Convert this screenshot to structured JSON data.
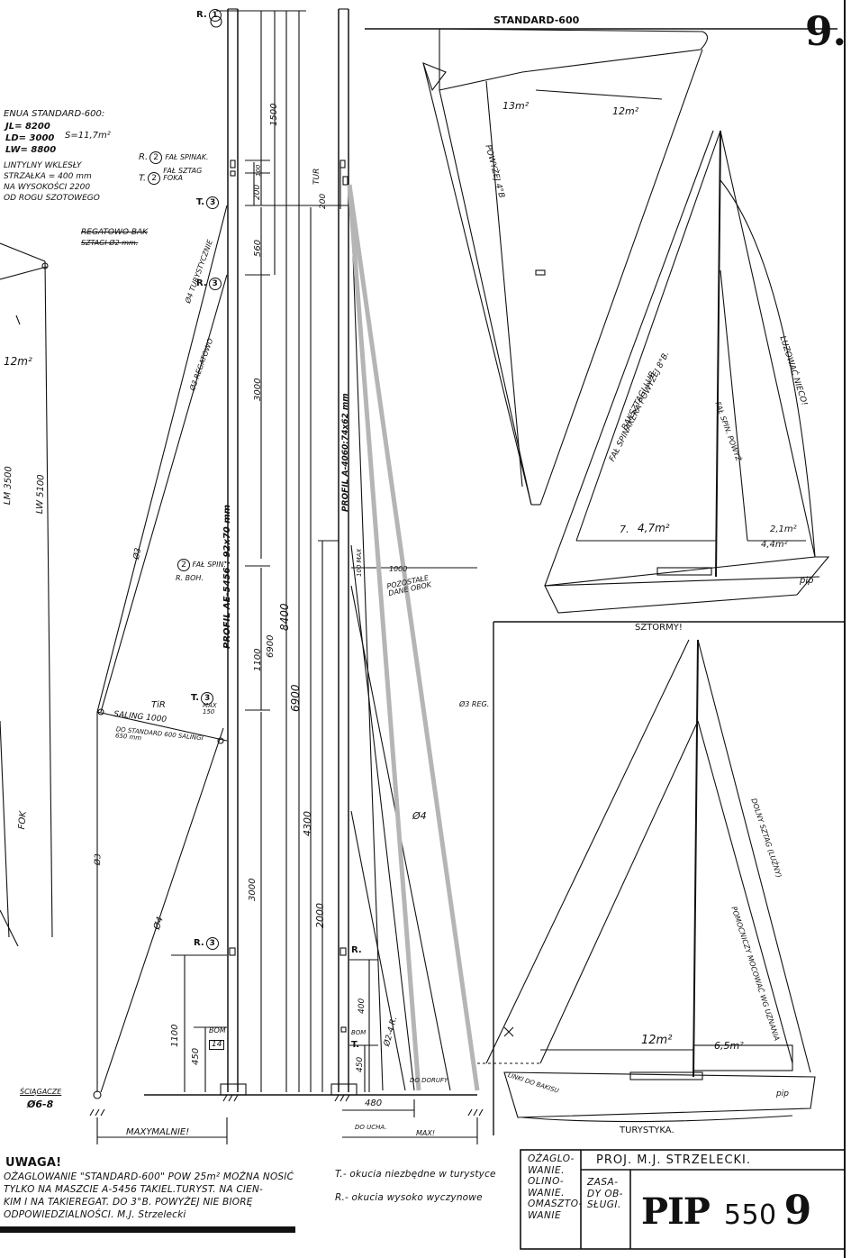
{
  "sheet": {
    "page_number": "9.",
    "sail_titles": {
      "standard": "STANDARD-600",
      "storm": "SZTORMY!",
      "touring": "TURYSTYKA."
    }
  },
  "left_spec": {
    "heading": "ENUA STANDARD-600:",
    "rows": [
      "JL= 8200",
      "LD= 3000",
      "LW= 8800"
    ],
    "area": "S=11,7m²",
    "notes": [
      "LINTYLNY WKLESŁY",
      "STRZAŁKA = 400 mm",
      "NA WYSOKOŚCI 2200",
      "OD ROGU SZOTOWEGO"
    ],
    "reg_strike": [
      "REGATOWO BAK",
      "SZTAGI Ø2 mm."
    ]
  },
  "sail_labels": {
    "left_area": "12m²",
    "lm": "LM 3500",
    "lw": "LW 5100",
    "fok": "FOK",
    "standard_area_1": "13m²",
    "standard_area_2": "12m²",
    "standard_text": "POWYŻEJ 4°B",
    "storm_7": "7.",
    "storm_area_1": "4,7m²",
    "storm_area_2": "2,1m²",
    "storm_area_3": "4,4m²",
    "storm_text_1": "FAŁ SPINAKERA POWYŻEJ 8°B.",
    "storm_text_2": "BAKSZTAGI LUB",
    "storm_text_3": "FAŁ SPIN. POWYŻ",
    "storm_text_4": "LUZOWAĆ NIECO!",
    "tour_area_1": "12m²",
    "tour_area_2": "6,5m²",
    "tour_text_1": "DOLNY SZTAG (LUŹNY)",
    "tour_text_2": "POMOCNICZY MOCOWAĆ WG UZNANIA",
    "tour_text_3": "LINKI DO BAKISU",
    "pip_mark": "pip"
  },
  "mast": {
    "labels": {
      "r1": "R.",
      "r2": "R.",
      "r2_text": "FAŁ SPINAK.",
      "t2": "T.",
      "t2_text": "FAŁ SZTAG FOKA",
      "t3_top": "T.",
      "r3_top": "R.",
      "turyst": "Ø4 TURYSTYCZNIE",
      "regat": "Ø3 REGATOWO",
      "profile_left": "PROFIL AE-5456 : 92x70 mm",
      "profile_right": "PROFIL A-4060:74x62 mm",
      "fal_spin": "FAŁ SPIN.",
      "r_boh": "R. BOH.",
      "t3_mid": "T.",
      "tr": "TiR",
      "saling": "SALING 1000",
      "do_standard": "DO STANDARD 600 SALINGI 650 mm",
      "max_150": "MAX 150",
      "r3_bot": "R.",
      "boh": "BOM",
      "boh_num": "14",
      "sciagacze": "ŚCIĄGACZE",
      "sciagacze_num": "Ø6-8",
      "maxymalnie": "MAXYMALNIE!",
      "tur": "TUR",
      "pozostale": "POZOSTAŁE DANE OBOK",
      "reg3": "Ø3 REG.",
      "d4": "Ø4",
      "d3": "Ø3",
      "d4b": "Ø4",
      "d4c": "Ø2-4 R.",
      "dodorufy": "DO DORUFY",
      "r_right": "R.",
      "t_right": "T.",
      "do_ucha": "DO UCHA.",
      "max_right": "MAX!",
      "boh_right": "BOM",
      "dim_480": "480",
      "dim_1000": "1000"
    },
    "dims": [
      "1500",
      "100",
      "200",
      "560",
      "3000",
      "1100",
      "8400",
      "6900",
      "6900",
      "4300",
      "2000",
      "3000",
      "1100",
      "450",
      "200",
      "100 MAX",
      "400",
      "450"
    ]
  },
  "notes": {
    "uwaga_title": "UWAGA!",
    "uwaga_lines": [
      "OŻAGLOWANIE \"STANDARD-600\" POW 25m² MOŻNA NOSIĆ",
      "TYLKO NA MASZCIE A-5456 TAKIEL.TURYST. NA CIEN-",
      "KIM I NA TAKIEREGAT. DO 3°B. POWYŻEJ NIE BIORĘ",
      "ODPOWIEDZIALNOŚCI. M.J. Strzelecki"
    ],
    "legend_t": "T.- okucia niezbędne w turystyce",
    "legend_r": "R.- okucia wysoko wyczynowe"
  },
  "title_block": {
    "designer": "PROJ. M.J. STRZELECKI.",
    "col1": [
      "OŻAGLO-",
      "WANIE.",
      "OLINO-",
      "WANIE.",
      "OMASZTO-",
      "WANIE"
    ],
    "col2": [
      "ZASA-",
      "DY OB-",
      "SŁUGI."
    ],
    "boat": "PIP",
    "model": "550",
    "sheet": "9"
  }
}
